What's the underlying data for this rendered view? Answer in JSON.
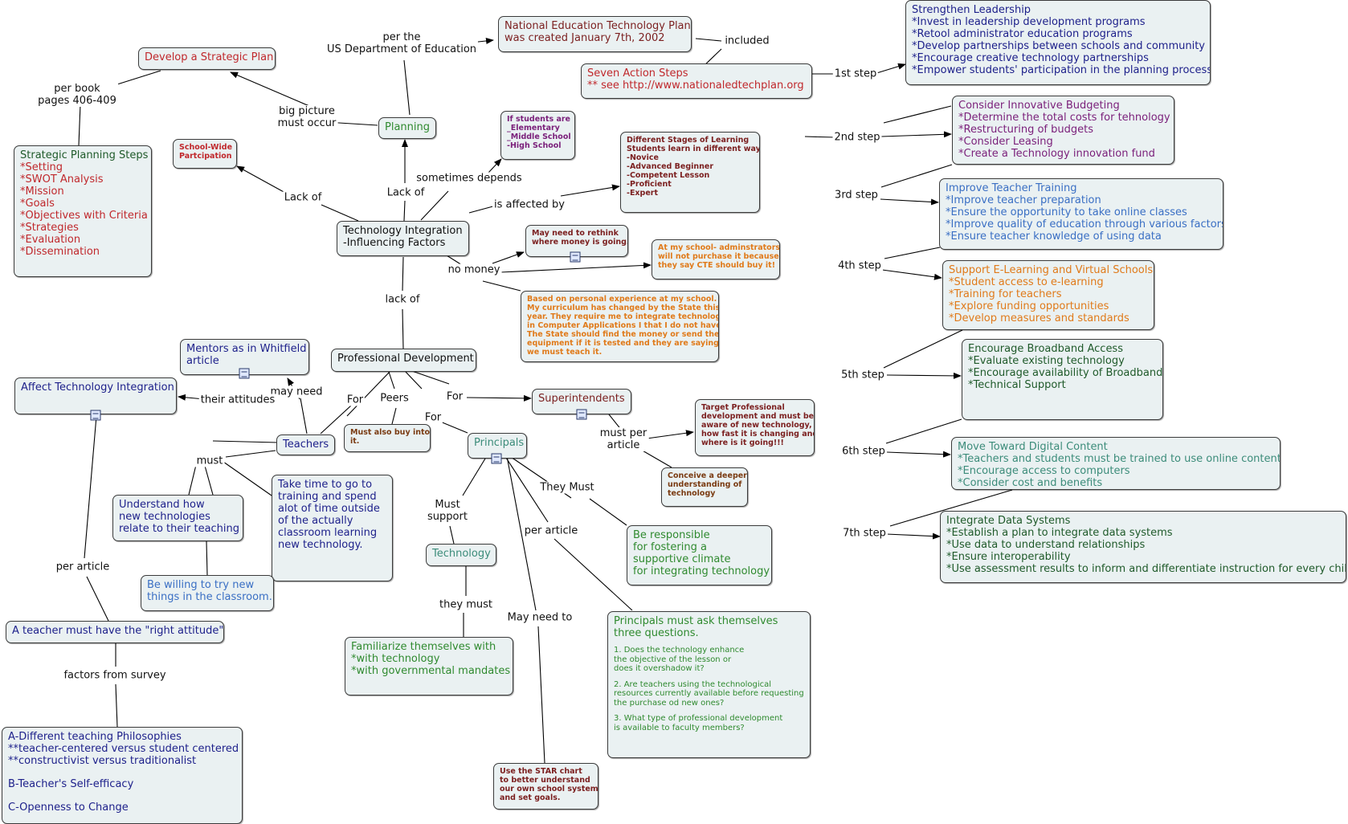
{
  "colors": {
    "node_bg": "#eaf1f2",
    "red": "#c0282c",
    "dark_red": "#7b1f1f",
    "brown": "#7a3b12",
    "orange": "#e07a1a",
    "green": "#2f8a2f",
    "dark_green": "#1f5a2a",
    "navy": "#1c1f8a",
    "blue": "#3a6fc4",
    "purple": "#7a1f7a",
    "teal": "#3c8c7a",
    "black": "#111111"
  },
  "icons": [
    "resource-attachment-icon"
  ],
  "nodes": [
    {
      "id": "develop-plan",
      "lines": [
        "Develop a Strategic Plan"
      ],
      "color": "red"
    },
    {
      "id": "strategic-steps",
      "lines": [
        "Strategic Planning Steps",
        "*Setting",
        "*SWOT Analysis",
        "*Mission",
        "*Goals",
        "*Objectives with Criteria",
        "*Strategies",
        "*Evaluation",
        "*Dissemination"
      ],
      "color": "red",
      "first_color": "dark_green"
    },
    {
      "id": "school-wide",
      "lines": [
        "School-Wide",
        "Partcipation"
      ],
      "color": "red",
      "small": true
    },
    {
      "id": "planning",
      "lines": [
        "Planning"
      ],
      "color": "green"
    },
    {
      "id": "students-in",
      "lines": [
        "If students are",
        "_Elementary",
        "_Middle School",
        "-High School"
      ],
      "color": "purple",
      "small": true
    },
    {
      "id": "stages",
      "lines": [
        "Different Stages of Learning",
        "Students learn in different ways",
        "-Novice",
        "-Advanced Beginner",
        "-Competent Lesson",
        "-Proficient",
        "-Expert"
      ],
      "color": "dark_red",
      "small": true
    },
    {
      "id": "tech-integration",
      "lines": [
        "Technology Integration",
        "-Influencing Factors"
      ],
      "color": "black"
    },
    {
      "id": "rethink",
      "lines": [
        "May need to rethink",
        "where money is going."
      ],
      "color": "dark_red",
      "small": true
    },
    {
      "id": "my-school",
      "lines": [
        "At my school- adminstrators",
        "will not purchase it because",
        "they say CTE should buy it!"
      ],
      "color": "orange",
      "small": true
    },
    {
      "id": "personal-exp",
      "lines": [
        "Based on personal experience at my school.",
        "My curriculum has changed by the State this",
        "year. They require me to integrate technology",
        "in Computer Applications I that I do not have.",
        "The State should find the money or send the",
        "equipment if it is tested and they are saying",
        "we must teach it."
      ],
      "color": "orange",
      "small": true
    },
    {
      "id": "national-plan",
      "lines": [
        "National Education Technology Plan",
        "was created January 7th, 2002"
      ],
      "color": "dark_red"
    },
    {
      "id": "seven-steps",
      "lines": [
        "Seven Action Steps",
        "** see http://www.nationaledtechplan.org"
      ],
      "color": "red"
    },
    {
      "id": "step1",
      "lines": [
        "Strengthen Leadership",
        "*Invest in leadership development programs",
        "*Retool administrator education programs",
        "*Develop partnerships between schools and community",
        "*Encourage creative technology partnerships",
        "*Empower students' participation in the planning process"
      ],
      "color": "navy"
    },
    {
      "id": "step2",
      "lines": [
        "Consider Innovative Budgeting",
        "*Determine the total costs for tehnology",
        "*Restructuring of budgets",
        "*Consider Leasing",
        "*Create a Technology innovation fund"
      ],
      "color": "purple"
    },
    {
      "id": "step3",
      "lines": [
        "Improve Teacher Training",
        "*Improve teacher preparation",
        "*Ensure the opportunity to take online classes",
        "*Improve quality of education through various factors",
        "*Ensure teacher knowledge of using data"
      ],
      "color": "blue"
    },
    {
      "id": "step4",
      "lines": [
        "Support E-Learning and Virtual Schools",
        "*Student access to e-learning",
        "*Training for teachers",
        "*Explore funding opportunities",
        "*Develop measures and standards"
      ],
      "color": "orange"
    },
    {
      "id": "step5",
      "lines": [
        "Encourage Broadband Access",
        "*Evaluate existing technology",
        "*Encourage availability of Broadband",
        "*Technical Support"
      ],
      "color": "dark_green"
    },
    {
      "id": "step6",
      "lines": [
        "Move Toward Digital Content",
        "*Teachers and students must be trained to use online content",
        "*Encourage access to computers",
        "*Consider cost and benefits"
      ],
      "color": "teal"
    },
    {
      "id": "step7",
      "lines": [
        "Integrate Data Systems",
        "*Establish a plan to integrate data systems",
        "*Use data to understand relationships",
        "*Ensure interoperability",
        "*Use assessment results to inform and differentiate instruction for every child"
      ],
      "color": "dark_green"
    },
    {
      "id": "prof-dev",
      "lines": [
        "Professional Development"
      ],
      "color": "black"
    },
    {
      "id": "mentors",
      "lines": [
        "Mentors as in Whitfield",
        "article"
      ],
      "color": "navy",
      "icon": true
    },
    {
      "id": "affect-tech",
      "lines": [
        "Affect Technology Integration"
      ],
      "color": "navy",
      "icon": true
    },
    {
      "id": "teachers",
      "lines": [
        "Teachers"
      ],
      "color": "navy"
    },
    {
      "id": "buy-into",
      "lines": [
        "Must also buy into",
        "it."
      ],
      "color": "brown",
      "small": true
    },
    {
      "id": "superintendents",
      "lines": [
        "Superintendents"
      ],
      "color": "dark_red",
      "icon": true
    },
    {
      "id": "target-pd",
      "lines": [
        "Target Professional",
        "development and must be",
        "aware of new technology,",
        "how fast it is changing and",
        "where is it going!!!"
      ],
      "color": "dark_red",
      "small": true
    },
    {
      "id": "conceive",
      "lines": [
        "Conceive a deeper",
        "understanding of",
        "technology"
      ],
      "color": "brown",
      "small": true
    },
    {
      "id": "principals",
      "lines": [
        "Principals"
      ],
      "color": "teal",
      "icon": true
    },
    {
      "id": "understand",
      "lines": [
        "Understand how",
        "new technologies",
        "relate to their teaching"
      ],
      "color": "navy"
    },
    {
      "id": "take-time",
      "lines": [
        "Take time to go to",
        "training and spend",
        "alot of time outside",
        "of the actually",
        "classroom learning",
        "new technology."
      ],
      "color": "navy"
    },
    {
      "id": "willing",
      "lines": [
        "Be willing to try new",
        "things in the classroom."
      ],
      "color": "blue"
    },
    {
      "id": "technology",
      "lines": [
        "Technology"
      ],
      "color": "teal"
    },
    {
      "id": "familiarize",
      "lines": [
        "Familiarize themselves with",
        "*with technology",
        "*with governmental mandates"
      ],
      "color": "green"
    },
    {
      "id": "responsible",
      "lines": [
        "Be responsible",
        "for fostering a",
        "supportive climate",
        "for integrating technology"
      ],
      "color": "green"
    },
    {
      "id": "questions",
      "lines": [
        "Principals must ask themselves",
        "three questions.",
        "",
        "1. Does the technology enhance",
        "the objective of the lesson or",
        "does it overshadow it?",
        "",
        "2. Are teachers using the technological",
        "resources currently available before requesting",
        "the purchase od new ones?",
        "",
        "3. What type of professional development",
        "is available to faculty members?"
      ],
      "color": "green"
    },
    {
      "id": "star-chart",
      "lines": [
        "Use the STAR chart",
        "to better understand",
        "our own school system",
        "and set goals."
      ],
      "color": "dark_red",
      "small": true
    },
    {
      "id": "right-attitude",
      "lines": [
        "A teacher must have the \"right attitude\""
      ],
      "color": "navy"
    },
    {
      "id": "factors",
      "lines": [
        "A-Different teaching Philosophies",
        "**teacher-centered versus student centered",
        "**constructivist versus traditionalist",
        "",
        "B-Teacher's Self-efficacy",
        "",
        "C-Openness to Change"
      ],
      "color": "navy"
    }
  ],
  "link_labels": [
    {
      "id": "per-dept",
      "lines": [
        "per the",
        "US Department of Education"
      ]
    },
    {
      "id": "included",
      "lines": [
        "included"
      ]
    },
    {
      "id": "per-book",
      "lines": [
        "per book",
        "pages 406-409"
      ]
    },
    {
      "id": "big-picture",
      "lines": [
        "big picture",
        "must occur"
      ]
    },
    {
      "id": "lack-of-1",
      "lines": [
        "Lack of"
      ]
    },
    {
      "id": "lack-of-2",
      "lines": [
        "Lack of"
      ]
    },
    {
      "id": "sometimes",
      "lines": [
        "sometimes depends"
      ]
    },
    {
      "id": "affected",
      "lines": [
        "is affected by"
      ]
    },
    {
      "id": "no-money",
      "lines": [
        "no money"
      ]
    },
    {
      "id": "lack-of-3",
      "lines": [
        "lack of"
      ]
    },
    {
      "id": "step1-lbl",
      "lines": [
        "1st step"
      ]
    },
    {
      "id": "step2-lbl",
      "lines": [
        "2nd step"
      ]
    },
    {
      "id": "step3-lbl",
      "lines": [
        "3rd step"
      ]
    },
    {
      "id": "step4-lbl",
      "lines": [
        "4th step"
      ]
    },
    {
      "id": "step5-lbl",
      "lines": [
        "5th step"
      ]
    },
    {
      "id": "step6-lbl",
      "lines": [
        "6th step"
      ]
    },
    {
      "id": "step7-lbl",
      "lines": [
        "7th step"
      ]
    },
    {
      "id": "may-need",
      "lines": [
        "may need"
      ]
    },
    {
      "id": "attitudes",
      "lines": [
        "their attitudes"
      ]
    },
    {
      "id": "for-1",
      "lines": [
        "For"
      ]
    },
    {
      "id": "peers",
      "lines": [
        "Peers"
      ]
    },
    {
      "id": "for-2",
      "lines": [
        "For"
      ]
    },
    {
      "id": "for-3",
      "lines": [
        "For"
      ]
    },
    {
      "id": "must-per",
      "lines": [
        "must per",
        "article"
      ]
    },
    {
      "id": "must",
      "lines": [
        "must"
      ]
    },
    {
      "id": "must-support",
      "lines": [
        "Must",
        "support"
      ]
    },
    {
      "id": "they-must-cap",
      "lines": [
        "They Must"
      ]
    },
    {
      "id": "per-article-1",
      "lines": [
        "per article"
      ]
    },
    {
      "id": "they-must",
      "lines": [
        "they must"
      ]
    },
    {
      "id": "may-need-to",
      "lines": [
        "May need to"
      ]
    },
    {
      "id": "per-article-2",
      "lines": [
        "per article"
      ]
    },
    {
      "id": "factors-survey",
      "lines": [
        "factors from survey"
      ]
    }
  ]
}
